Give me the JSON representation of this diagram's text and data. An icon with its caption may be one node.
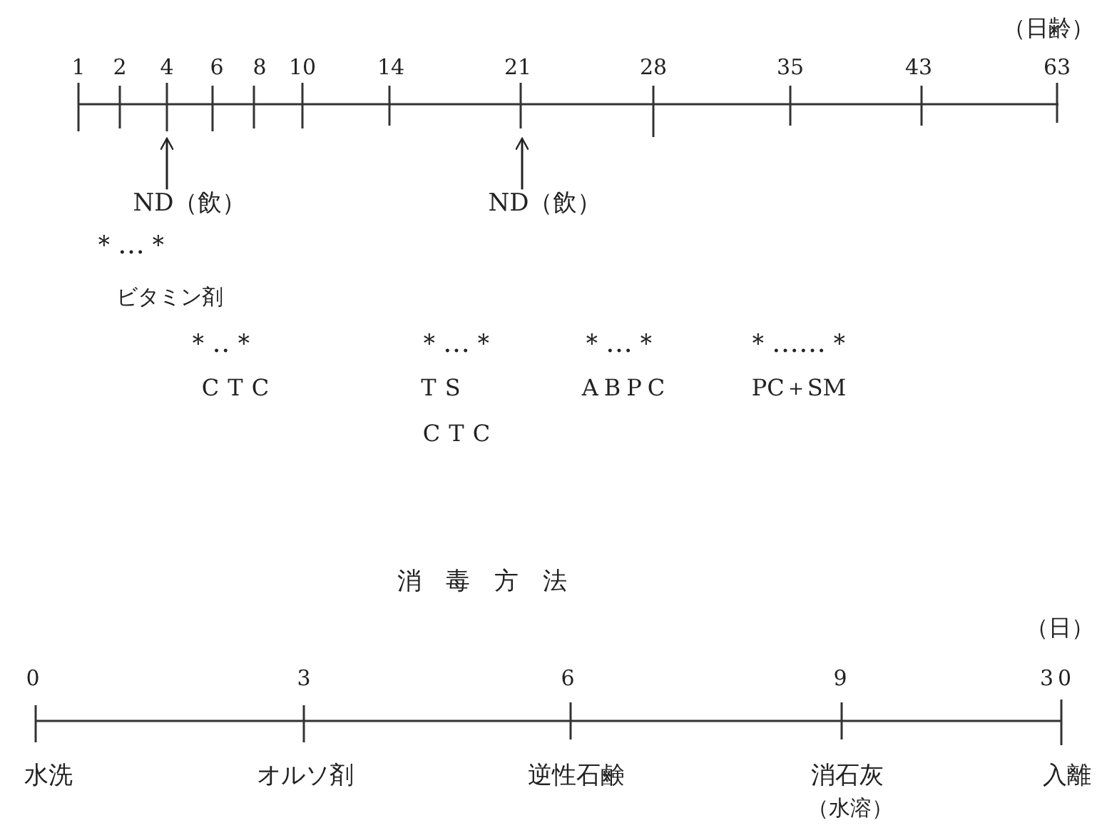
{
  "diagram": {
    "nodes": [
      {
        "text": [
          "ND（飲）"
        ]
      },
      {
        "text": [
          "ND（飲）"
        ]
      }
    ],
    "edges": [
      {
        "from": 0,
        "to": null,
        "arrow": "to"
      },
      {
        "from": 1,
        "to": null,
        "arrow": "to"
      }
    ],
    "labels": [
      "（日齢）",
      "1",
      "2",
      "4",
      "6",
      "8",
      "10",
      "14",
      "21",
      "28",
      "35",
      "43",
      "63",
      "＊…＊",
      "ビタミン剤",
      "＊‥＊",
      "CTC",
      "＊…＊",
      "TS",
      "CTC",
      "＊…＊",
      "ABPC",
      "＊……＊",
      "PC＋SM",
      "消毒方法",
      "（日）",
      "0",
      "3",
      "6",
      "9",
      "30",
      "水洗",
      "オルソ剤",
      "逆性石鹸",
      "消石灰",
      "（水溶）",
      "入離"
    ]
  }
}
